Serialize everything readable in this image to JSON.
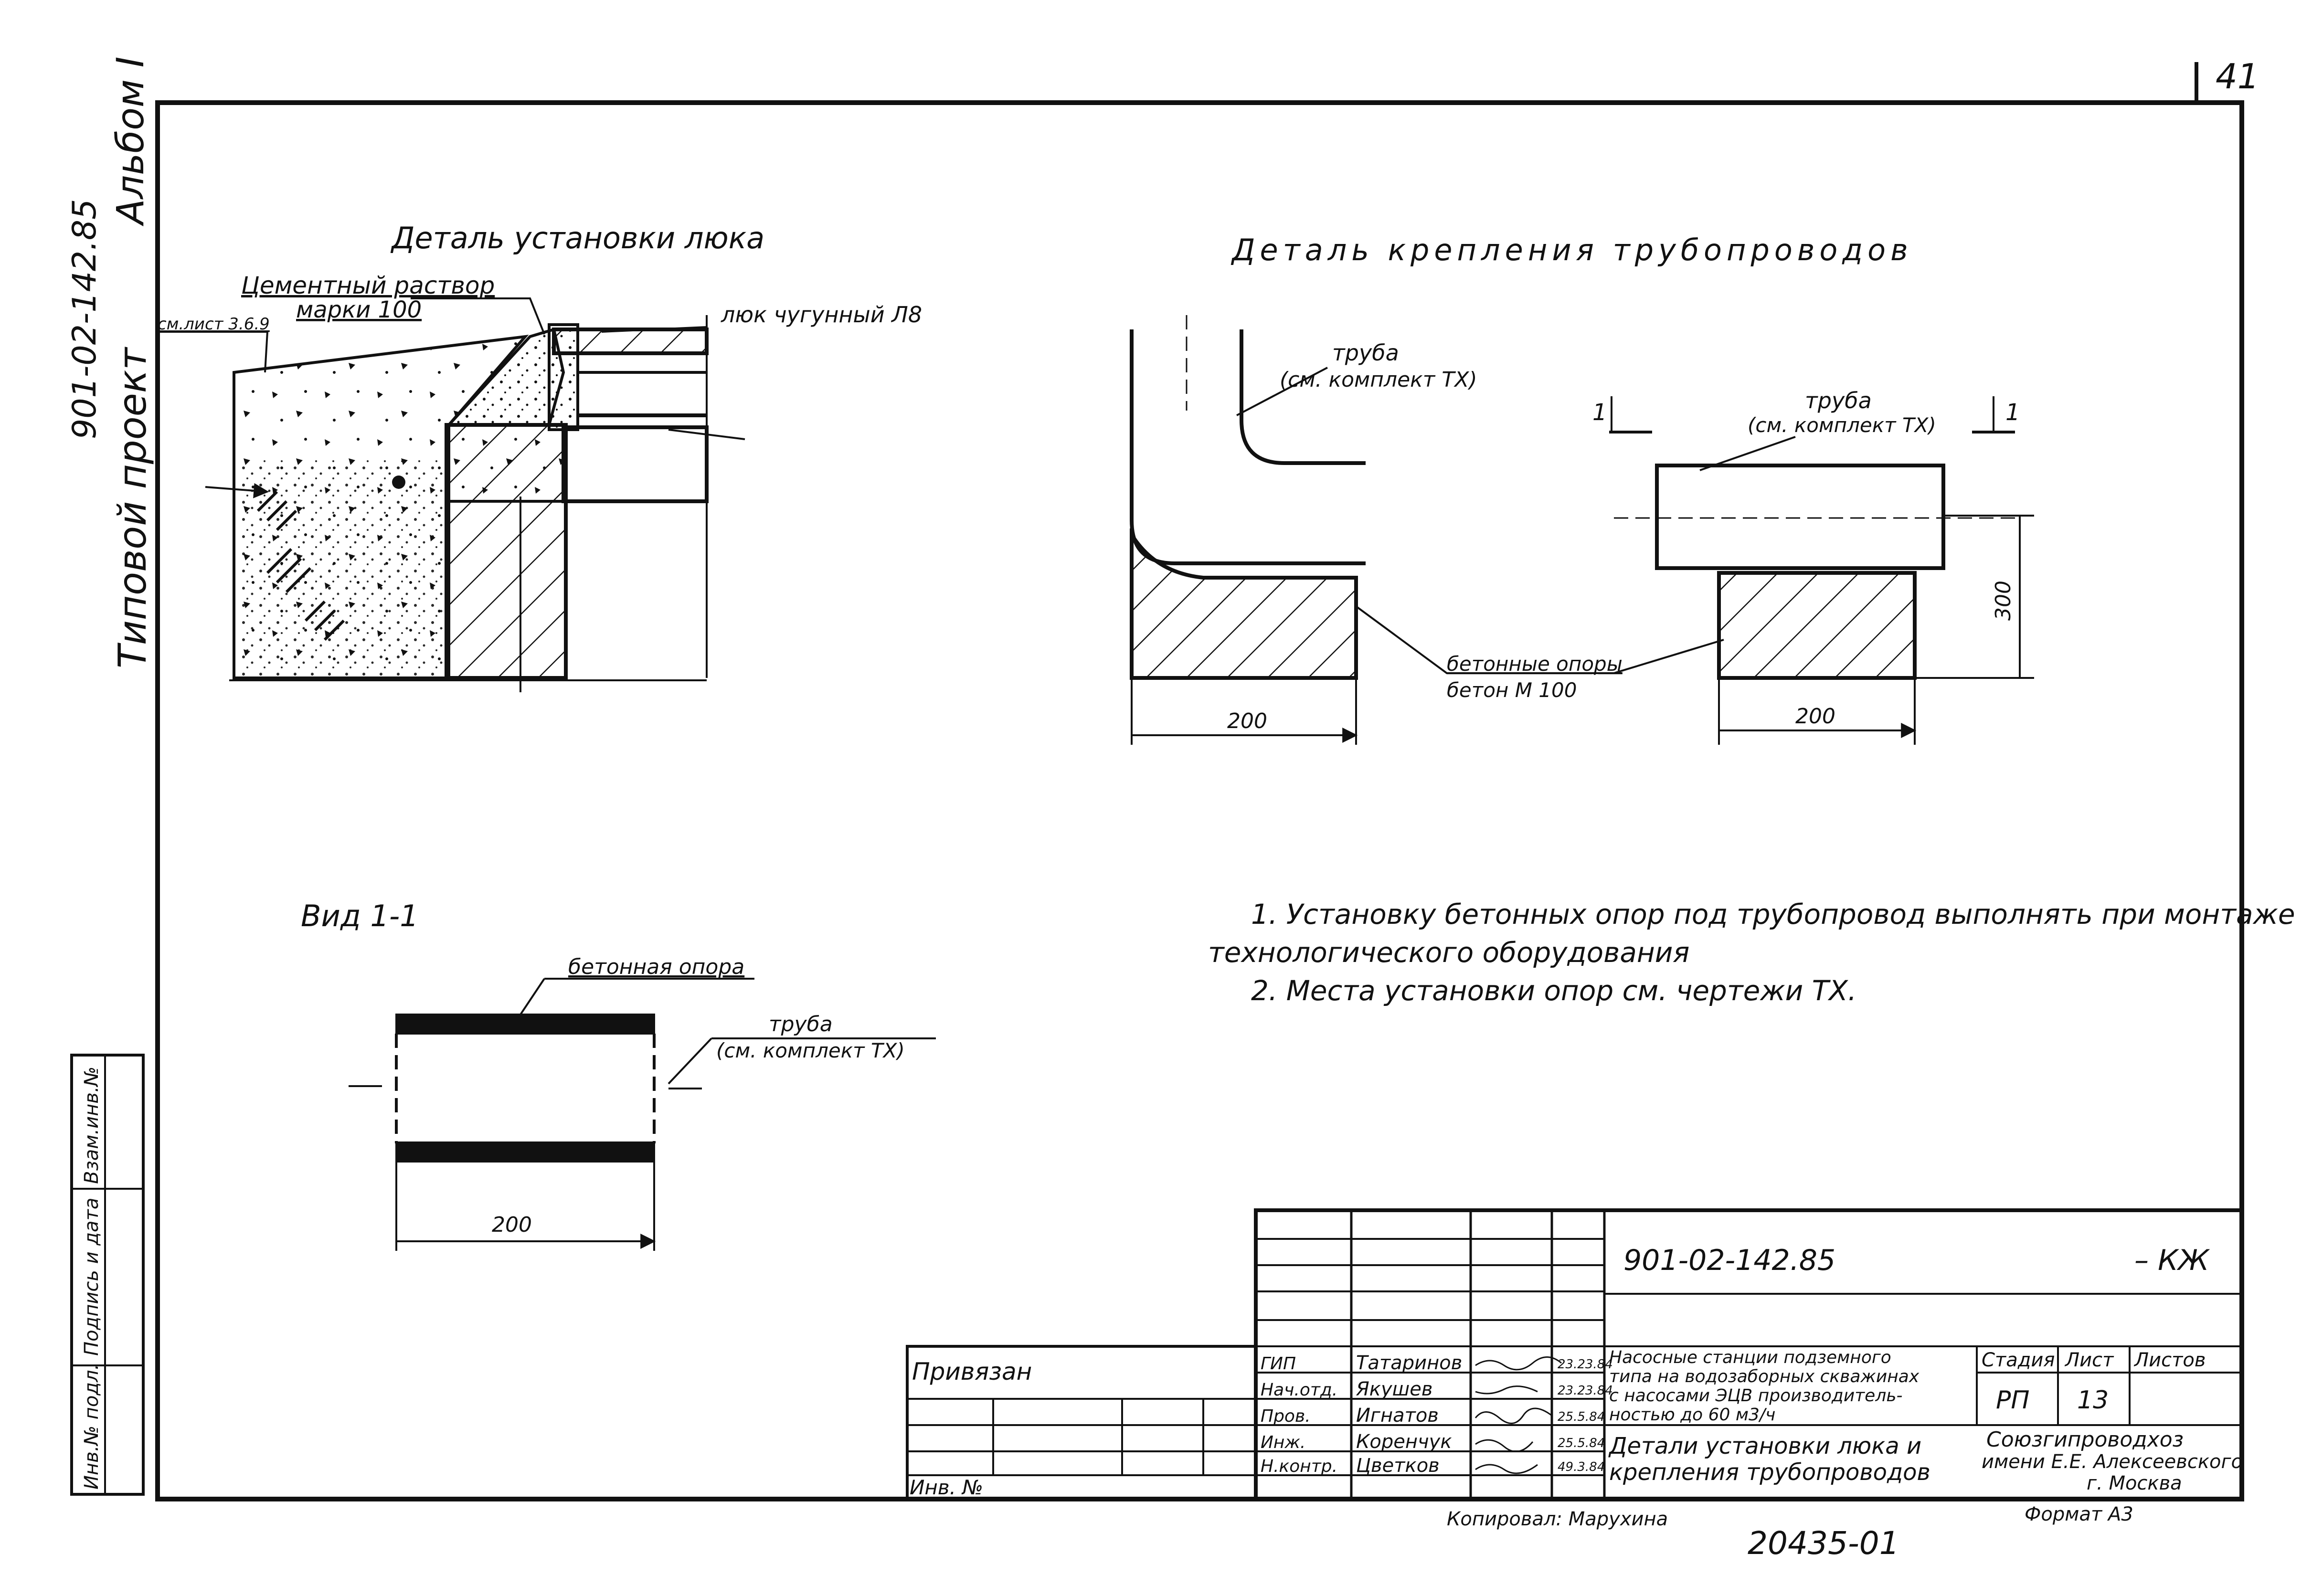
{
  "page_number": "41",
  "side_stamp": {
    "album": "Альбом I",
    "code": "901-02-142.85",
    "project_type": "Типовой проект"
  },
  "left_strip": {
    "inv_podl": "Инв.№ подл.",
    "podpis_data": "Подпись и дата",
    "vzam_inv": "Взам.инв.№"
  },
  "detail_hatch": {
    "title": "Деталь установки люка",
    "label_mortar_1": "Цементный раствор",
    "label_mortar_2": "марки 100",
    "label_ref": "см.лист 3.6.9",
    "label_hatch": "люк чугунный Л8"
  },
  "detail_pipes": {
    "title": "Деталь крепления трубопроводов",
    "pipe_label_1": "труба",
    "pipe_label_2": "(см. комплект ТХ)",
    "support_label_1": "бетонные опоры",
    "support_label_2": "бетон М 100",
    "dim_left": "200",
    "dim_right": "200",
    "dim_height": "300",
    "section_mark": "1"
  },
  "view_1_1": {
    "title": "Вид 1-1",
    "support_label": "бетонная опора",
    "pipe_label_1": "труба",
    "pipe_label_2": "(см. комплект ТХ)",
    "dim": "200"
  },
  "notes": {
    "note_1a": "1. Установку бетонных опор под трубопровод выполнять при монтаже",
    "note_1b": "технологического оборудования",
    "note_2": "2. Места установки опор см. чертежи ТХ."
  },
  "title_block": {
    "code": "901-02-142.85",
    "mark": "– КЖ",
    "privyazan": "Привязан",
    "inv_no": "Инв. №",
    "roles": [
      "ГИП",
      "Нач.отд.",
      "Пров.",
      "Инж.",
      "Н.контр."
    ],
    "names": [
      "Татаринов",
      "Якушев",
      "Игнатов",
      "Коренчук",
      "Цветков"
    ],
    "dates": [
      "23.23.84",
      "23.23.84",
      "25.5.84",
      "25.5.84",
      "49.3.84"
    ],
    "description_1": "Насосные станции подземного",
    "description_2": "типа на водозаборных скважинах",
    "description_3": "с насосами ЭЦВ производитель-",
    "description_4": "ностью до 60 м3/ч",
    "sheet_title_1": "Детали установки люка и",
    "sheet_title_2": "крепления трубопроводов",
    "stage_header": "Стадия",
    "sheet_header": "Лист",
    "sheets_header": "Листов",
    "stage": "РП",
    "sheet": "13",
    "org_1": "Союзгипроводхоз",
    "org_2": "имени Е.Е. Алексеевского",
    "org_3": "г. Москва"
  },
  "footer": {
    "copied_by": "Копировал: Марухина",
    "format": "Формат А3",
    "number": "20435-01"
  }
}
